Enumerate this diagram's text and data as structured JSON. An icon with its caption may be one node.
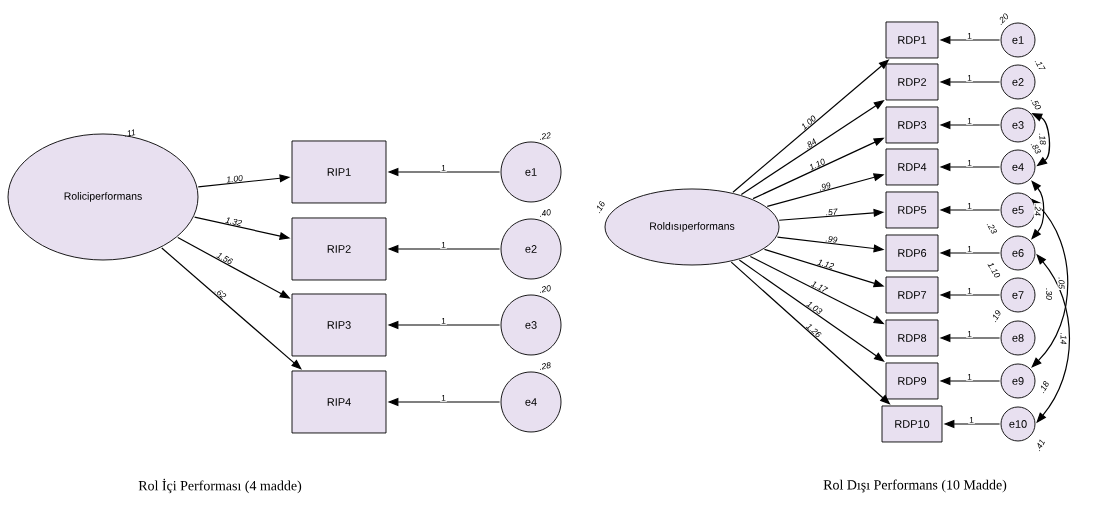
{
  "diagram": {
    "nodes": [
      {
        "text": [
          "Roliciperformans"
        ],
        "beside": [
          ".11"
        ]
      },
      {
        "text": [
          "RIP1"
        ]
      },
      {
        "text": [
          "RIP2"
        ]
      },
      {
        "text": [
          "RIP3"
        ]
      },
      {
        "text": [
          "RIP4"
        ]
      },
      {
        "text": [
          "e1"
        ],
        "beside": [
          ".22"
        ]
      },
      {
        "text": [
          "e2"
        ],
        "beside": [
          ".40"
        ]
      },
      {
        "text": [
          "e3"
        ],
        "beside": [
          ".20"
        ]
      },
      {
        "text": [
          "e4"
        ],
        "beside": [
          ".28"
        ]
      },
      {
        "text": [
          "Roldısıperformans"
        ],
        "beside": [
          ".16"
        ]
      },
      {
        "text": [
          "RDP1"
        ]
      },
      {
        "text": [
          "RDP2"
        ]
      },
      {
        "text": [
          "RDP3"
        ]
      },
      {
        "text": [
          "RDP4"
        ]
      },
      {
        "text": [
          "RDP5"
        ]
      },
      {
        "text": [
          "RDP6"
        ]
      },
      {
        "text": [
          "RDP7"
        ]
      },
      {
        "text": [
          "RDP8"
        ]
      },
      {
        "text": [
          "RDP9"
        ]
      },
      {
        "text": [
          "RDP10"
        ]
      },
      {
        "text": [
          "e1"
        ],
        "beside": [
          ".20"
        ]
      },
      {
        "text": [
          "e2"
        ],
        "beside": [
          ".17"
        ]
      },
      {
        "text": [
          "e3"
        ],
        "beside": [
          ".50"
        ]
      },
      {
        "text": [
          "e4"
        ],
        "beside": [
          ".83"
        ]
      },
      {
        "text": [
          "e5"
        ],
        "beside": [
          ".23"
        ]
      },
      {
        "text": [
          "e6"
        ],
        "beside": [
          "1.10"
        ]
      },
      {
        "text": [
          "e7"
        ],
        "beside": [
          ".30"
        ]
      },
      {
        "text": [
          "e8"
        ],
        "beside": [
          ".19"
        ]
      },
      {
        "text": [
          "e9"
        ],
        "beside": [
          ".18"
        ]
      },
      {
        "text": [
          "e10"
        ],
        "beside": [
          ".41"
        ]
      }
    ],
    "edges": [
      {
        "from": 0,
        "to": 1,
        "arrow": "to",
        "label": "1.00"
      },
      {
        "from": 0,
        "to": 2,
        "arrow": "to",
        "label": "1.32"
      },
      {
        "from": 0,
        "to": 3,
        "arrow": "to",
        "label": "1.56"
      },
      {
        "from": 0,
        "to": 4,
        "arrow": "to",
        "label": ".62"
      },
      {
        "from": 5,
        "to": 1,
        "arrow": "to",
        "label": "1"
      },
      {
        "from": 6,
        "to": 2,
        "arrow": "to",
        "label": "1"
      },
      {
        "from": 7,
        "to": 3,
        "arrow": "to",
        "label": "1"
      },
      {
        "from": 8,
        "to": 4,
        "arrow": "to",
        "label": "1"
      },
      {
        "from": 9,
        "to": 10,
        "arrow": "to",
        "label": "1.00"
      },
      {
        "from": 9,
        "to": 11,
        "arrow": "to",
        "label": ".84"
      },
      {
        "from": 9,
        "to": 12,
        "arrow": "to",
        "label": "1.10"
      },
      {
        "from": 9,
        "to": 13,
        "arrow": "to",
        "label": ".99"
      },
      {
        "from": 9,
        "to": 14,
        "arrow": "to",
        "label": ".57"
      },
      {
        "from": 9,
        "to": 15,
        "arrow": "to",
        "label": ".99"
      },
      {
        "from": 9,
        "to": 16,
        "arrow": "to",
        "label": "1.12"
      },
      {
        "from": 9,
        "to": 17,
        "arrow": "to",
        "label": "1.17"
      },
      {
        "from": 9,
        "to": 18,
        "arrow": "to",
        "label": "1.03"
      },
      {
        "from": 9,
        "to": 19,
        "arrow": "to",
        "label": "1.26"
      },
      {
        "from": 20,
        "to": 10,
        "arrow": "to",
        "label": "1"
      },
      {
        "from": 21,
        "to": 11,
        "arrow": "to",
        "label": "1"
      },
      {
        "from": 22,
        "to": 12,
        "arrow": "to",
        "label": "1"
      },
      {
        "from": 23,
        "to": 13,
        "arrow": "to",
        "label": "1"
      },
      {
        "from": 24,
        "to": 14,
        "arrow": "to",
        "label": "1"
      },
      {
        "from": 25,
        "to": 15,
        "arrow": "to",
        "label": "1"
      },
      {
        "from": 26,
        "to": 16,
        "arrow": "to",
        "label": "1"
      },
      {
        "from": 27,
        "to": 17,
        "arrow": "to",
        "label": "1"
      },
      {
        "from": 28,
        "to": 18,
        "arrow": "to",
        "label": "1"
      },
      {
        "from": 29,
        "to": 19,
        "arrow": "to",
        "label": "1"
      },
      {
        "from": 22,
        "to": 23,
        "arrow": "both",
        "label": ".18"
      },
      {
        "from": 23,
        "to": 25,
        "arrow": "both",
        "label": ".24"
      },
      {
        "from": 24,
        "to": 28,
        "arrow": "both",
        "label": ".05"
      },
      {
        "from": 25,
        "to": 29,
        "arrow": "both",
        "label": ".14"
      }
    ],
    "labels": [
      "Rol İçi Performası (4 madde)",
      "Rol Dışı Performans (10 Madde)"
    ]
  }
}
